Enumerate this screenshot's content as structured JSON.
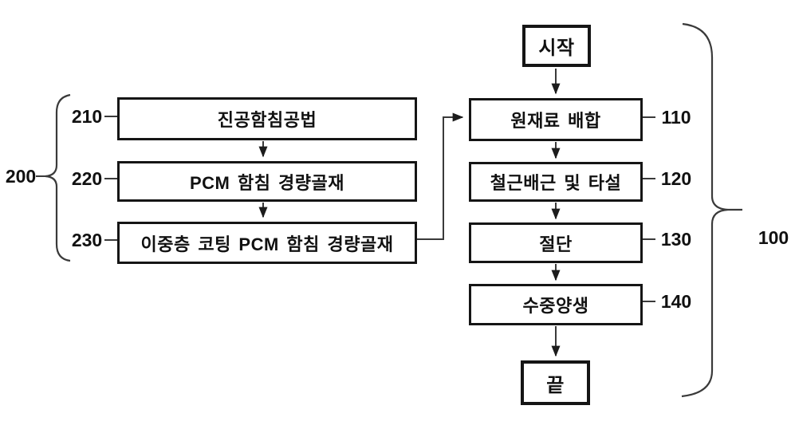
{
  "figure": {
    "background_color": "#ffffff",
    "line_color": "#3a3a3a",
    "box_border_color": "#151515"
  },
  "production_flow": {
    "group_label": "100",
    "start_label": "시작",
    "end_label": "끝",
    "steps": [
      {
        "ref": "110",
        "label": "원재료 배합"
      },
      {
        "ref": "120",
        "label": "철근배근 및 타설"
      },
      {
        "ref": "130",
        "label": "절단"
      },
      {
        "ref": "140",
        "label": "수중양생"
      }
    ]
  },
  "aggregate_flow": {
    "group_label": "200",
    "steps": [
      {
        "ref": "210",
        "label": "진공함침공법"
      },
      {
        "ref": "220",
        "label": "PCM 함침 경량골재"
      },
      {
        "ref": "230",
        "label": "이중층 코팅 PCM 함침 경량골재"
      }
    ]
  }
}
